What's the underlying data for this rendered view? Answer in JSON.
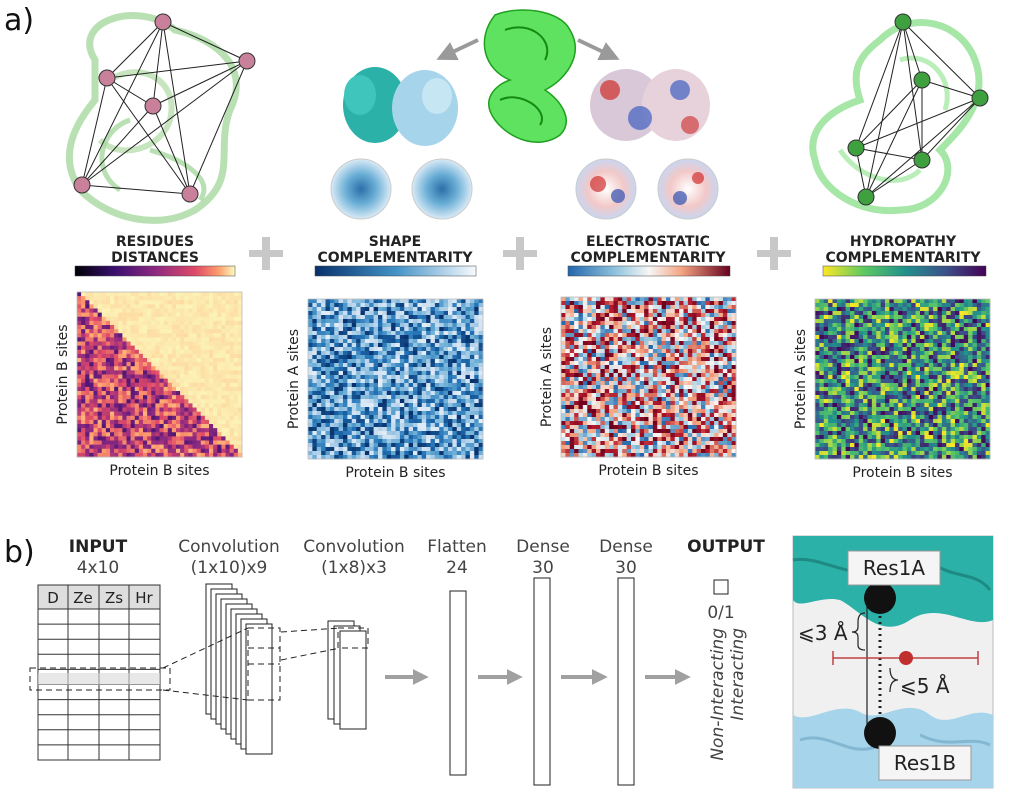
{
  "panel_a": {
    "label": "a)",
    "features": [
      {
        "title": [
          "RESIDUES",
          "DISTANCES"
        ],
        "xlabel": "Protein B sites",
        "ylabel": "Protein B sites",
        "colormap": "magma",
        "triangular": true
      },
      {
        "title": [
          "SHAPE",
          "COMPLEMENTARITY"
        ],
        "xlabel": "Protein B sites",
        "ylabel": "Protein A sites",
        "colormap": "blues"
      },
      {
        "title": [
          "ELECTROSTATIC",
          "COMPLEMENTARITY"
        ],
        "xlabel": "Protein B sites",
        "ylabel": "Protein A sites",
        "colormap": "rdbu"
      },
      {
        "title": [
          "HYDROPATHY",
          "COMPLEMENTARITY"
        ],
        "xlabel": "Protein B sites",
        "ylabel": "Protein A sites",
        "colormap": "viridis"
      }
    ],
    "colors": {
      "left_nodes": "#c9809a",
      "right_nodes": "#3fa040",
      "cartoon_left": "#a8d8a0",
      "cartoon_right": "#90e090",
      "central": "#33d233",
      "teal": "#2bb1a8",
      "lightblue": "#a6d4ea"
    }
  },
  "panel_b": {
    "label": "b)",
    "input": {
      "title": "INPUT",
      "size": "4x10",
      "columns": [
        "D",
        "Ze",
        "Zs",
        "Hr"
      ]
    },
    "layers": [
      {
        "name": "Convolution",
        "size": "(1x10)x9"
      },
      {
        "name": "Convolution",
        "size": "(1x8)x3"
      },
      {
        "name": "Flatten",
        "size": "24"
      },
      {
        "name": "Dense",
        "size": "30"
      },
      {
        "name": "Dense",
        "size": "30"
      }
    ],
    "output": {
      "title": "OUTPUT",
      "value": "0/1",
      "classes": [
        "Interacting",
        "Non-Interacting"
      ]
    },
    "contact": {
      "res_a": "Res1A",
      "res_b": "Res1B",
      "dist1": "⩽3 Å",
      "dist2": "⩽5 Å"
    }
  }
}
